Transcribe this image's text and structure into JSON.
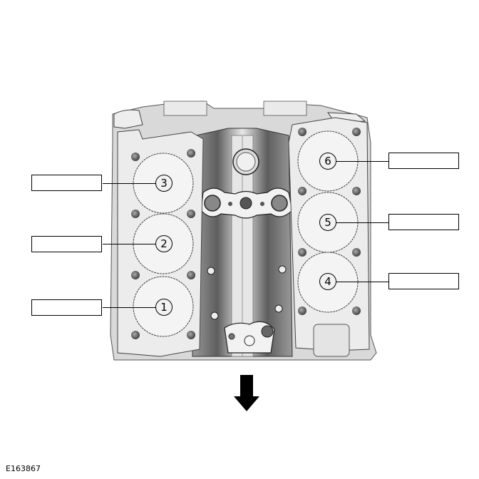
{
  "figure": {
    "id": "E163867",
    "subject": "V6 engine block top view with cylinder head gaskets",
    "direction_arrow": "down-arrow (front of engine)"
  },
  "cylinders": [
    {
      "number": "1",
      "bank": "left",
      "label": ""
    },
    {
      "number": "2",
      "bank": "left",
      "label": ""
    },
    {
      "number": "3",
      "bank": "left",
      "label": ""
    },
    {
      "number": "4",
      "bank": "right",
      "label": ""
    },
    {
      "number": "5",
      "bank": "right",
      "label": ""
    },
    {
      "number": "6",
      "bank": "right",
      "label": ""
    }
  ],
  "colors": {
    "gasket": "#ececec",
    "block": "#d8d8d8",
    "valley_dark": "#6e6e6e",
    "outline": "#000000"
  }
}
